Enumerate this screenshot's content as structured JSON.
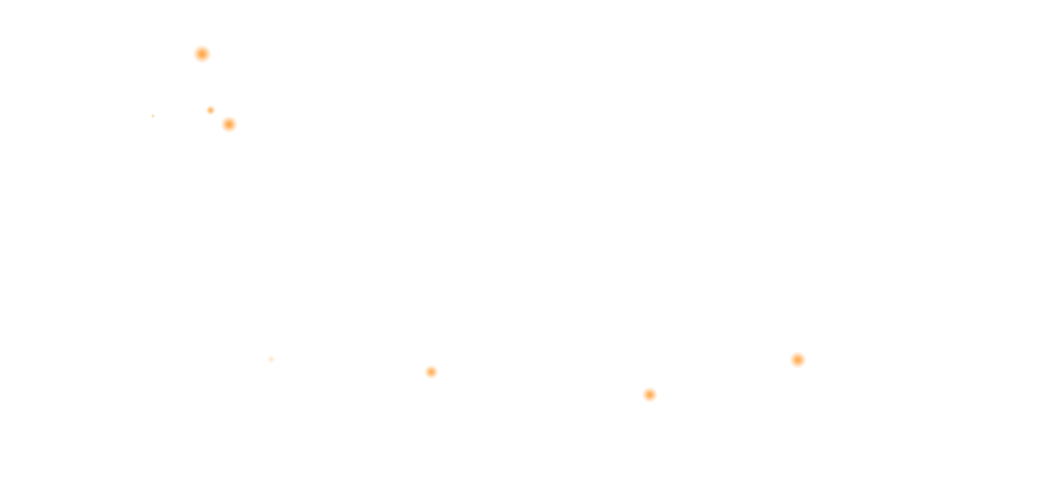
{
  "colors": {
    "background": "#ffffff",
    "particle": "#ff9a2e"
  },
  "particles": [
    {
      "opacity": 0.95
    },
    {
      "opacity": 0.8
    },
    {
      "opacity": 0.95
    },
    {
      "opacity": 0.5
    },
    {
      "opacity": 0.25
    },
    {
      "opacity": 0.85
    },
    {
      "opacity": 0.9
    },
    {
      "opacity": 0.9
    }
  ]
}
